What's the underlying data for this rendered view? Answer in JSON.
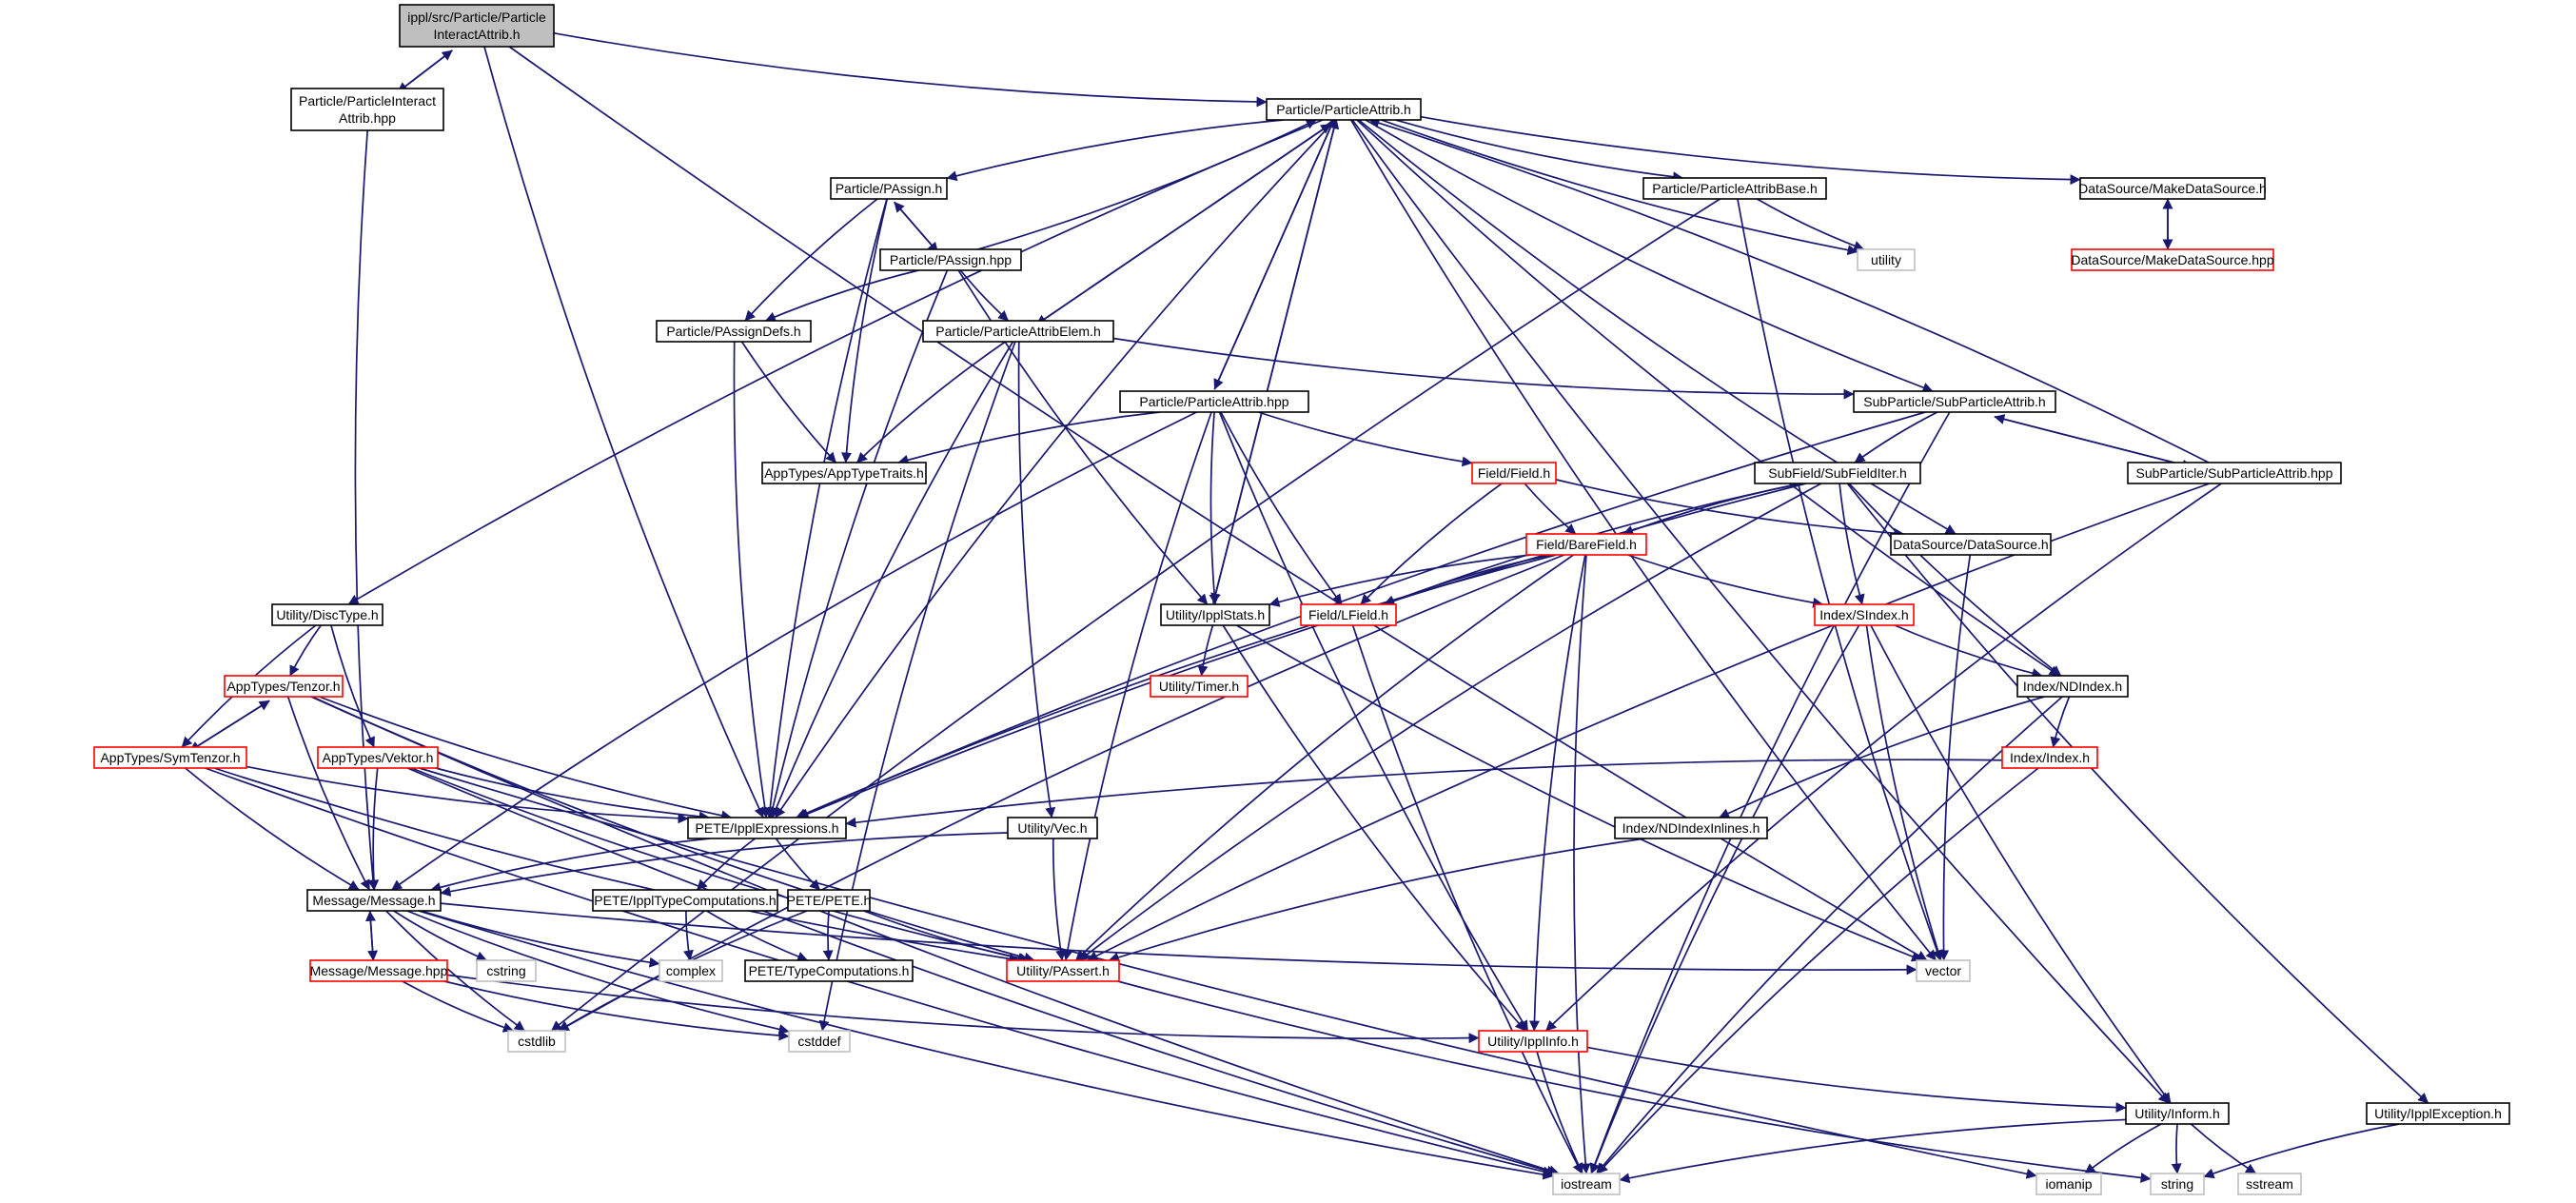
{
  "colors": {
    "edge": "#191970",
    "box_normal": "#000000",
    "box_truncated": "#ff0000",
    "box_system": "#bfbfbf",
    "text_normal": "#000000",
    "text_system": "#000000",
    "root_fill": "#bfbfbf",
    "fill": "#ffffff"
  },
  "nodes": [
    {
      "id": "root",
      "kind": "root",
      "lines": [
        "ippl/src/Particle/Particle",
        "InteractAttrib.h"
      ]
    },
    {
      "id": "interactHpp",
      "kind": "normal",
      "lines": [
        "Particle/ParticleInteract",
        "Attrib.hpp"
      ]
    },
    {
      "id": "attribH",
      "kind": "normal",
      "lines": [
        "Particle/ParticleAttrib.h"
      ]
    },
    {
      "id": "passignH",
      "kind": "normal",
      "lines": [
        "Particle/PAssign.h"
      ]
    },
    {
      "id": "passignHpp",
      "kind": "normal",
      "lines": [
        "Particle/PAssign.hpp"
      ]
    },
    {
      "id": "passignDefs",
      "kind": "normal",
      "lines": [
        "Particle/PAssignDefs.h"
      ]
    },
    {
      "id": "attribElem",
      "kind": "normal",
      "lines": [
        "Particle/ParticleAttribElem.h"
      ]
    },
    {
      "id": "attribHpp",
      "kind": "normal",
      "lines": [
        "Particle/ParticleAttrib.hpp"
      ]
    },
    {
      "id": "appTypeTraits",
      "kind": "normal",
      "lines": [
        "AppTypes/AppTypeTraits.h"
      ]
    },
    {
      "id": "attribBase",
      "kind": "normal",
      "lines": [
        "Particle/ParticleAttribBase.h"
      ]
    },
    {
      "id": "utility",
      "kind": "system",
      "lines": [
        "utility"
      ]
    },
    {
      "id": "makeDsH",
      "kind": "normal",
      "lines": [
        "DataSource/MakeDataSource.h"
      ]
    },
    {
      "id": "makeDsHpp",
      "kind": "truncated",
      "lines": [
        "DataSource/MakeDataSource.hpp"
      ]
    },
    {
      "id": "subAttribH",
      "kind": "normal",
      "lines": [
        "SubParticle/SubParticleAttrib.h"
      ]
    },
    {
      "id": "subAttribHpp",
      "kind": "normal",
      "lines": [
        "SubParticle/SubParticleAttrib.hpp"
      ]
    },
    {
      "id": "subFieldIter",
      "kind": "normal",
      "lines": [
        "SubField/SubFieldIter.h"
      ]
    },
    {
      "id": "dataSource",
      "kind": "normal",
      "lines": [
        "DataSource/DataSource.h"
      ]
    },
    {
      "id": "fieldH",
      "kind": "truncated",
      "lines": [
        "Field/Field.h"
      ]
    },
    {
      "id": "bareField",
      "kind": "truncated",
      "lines": [
        "Field/BareField.h"
      ]
    },
    {
      "id": "lfield",
      "kind": "truncated",
      "lines": [
        "Field/LField.h"
      ]
    },
    {
      "id": "ipplStats",
      "kind": "normal",
      "lines": [
        "Utility/IpplStats.h"
      ]
    },
    {
      "id": "timer",
      "kind": "truncated",
      "lines": [
        "Utility/Timer.h"
      ]
    },
    {
      "id": "sindex",
      "kind": "truncated",
      "lines": [
        "Index/SIndex.h"
      ]
    },
    {
      "id": "ndindex",
      "kind": "normal",
      "lines": [
        "Index/NDIndex.h"
      ]
    },
    {
      "id": "indexH",
      "kind": "truncated",
      "lines": [
        "Index/Index.h"
      ]
    },
    {
      "id": "ndindexInl",
      "kind": "normal",
      "lines": [
        "Index/NDIndexInlines.h"
      ]
    },
    {
      "id": "discType",
      "kind": "normal",
      "lines": [
        "Utility/DiscType.h"
      ]
    },
    {
      "id": "tenzor",
      "kind": "truncated",
      "lines": [
        "AppTypes/Tenzor.h"
      ]
    },
    {
      "id": "symTenzor",
      "kind": "truncated",
      "lines": [
        "AppTypes/SymTenzor.h"
      ]
    },
    {
      "id": "vektor",
      "kind": "truncated",
      "lines": [
        "AppTypes/Vektor.h"
      ]
    },
    {
      "id": "ipplExpr",
      "kind": "normal",
      "lines": [
        "PETE/IpplExpressions.h"
      ]
    },
    {
      "id": "vecH",
      "kind": "normal",
      "lines": [
        "Utility/Vec.h"
      ]
    },
    {
      "id": "messageH",
      "kind": "normal",
      "lines": [
        "Message/Message.h"
      ]
    },
    {
      "id": "messageHpp",
      "kind": "truncated",
      "lines": [
        "Message/Message.hpp"
      ]
    },
    {
      "id": "typeComp",
      "kind": "normal",
      "lines": [
        "PETE/IpplTypeComputations.h"
      ]
    },
    {
      "id": "peteH",
      "kind": "normal",
      "lines": [
        "PETE/PETE.h"
      ]
    },
    {
      "id": "typeComputations",
      "kind": "normal",
      "lines": [
        "PETE/TypeComputations.h"
      ]
    },
    {
      "id": "passert",
      "kind": "truncated",
      "lines": [
        "Utility/PAssert.h"
      ]
    },
    {
      "id": "cstring",
      "kind": "system",
      "lines": [
        "cstring"
      ]
    },
    {
      "id": "complex",
      "kind": "system",
      "lines": [
        "complex"
      ]
    },
    {
      "id": "vector",
      "kind": "system",
      "lines": [
        "vector"
      ]
    },
    {
      "id": "cstdlib",
      "kind": "system",
      "lines": [
        "cstdlib"
      ]
    },
    {
      "id": "cstddef",
      "kind": "system",
      "lines": [
        "cstddef"
      ]
    },
    {
      "id": "ipplInfo",
      "kind": "truncated",
      "lines": [
        "Utility/IpplInfo.h"
      ]
    },
    {
      "id": "inform",
      "kind": "normal",
      "lines": [
        "Utility/Inform.h"
      ]
    },
    {
      "id": "ipplException",
      "kind": "normal",
      "lines": [
        "Utility/IpplException.h"
      ]
    },
    {
      "id": "iostream",
      "kind": "system",
      "lines": [
        "iostream"
      ]
    },
    {
      "id": "iomanip",
      "kind": "system",
      "lines": [
        "iomanip"
      ]
    },
    {
      "id": "string",
      "kind": "system",
      "lines": [
        "string"
      ]
    },
    {
      "id": "sstream",
      "kind": "system",
      "lines": [
        "sstream"
      ]
    }
  ],
  "edges": [
    [
      "root",
      "interactHpp"
    ],
    [
      "interactHpp",
      "root"
    ],
    [
      "root",
      "attribH"
    ],
    [
      "root",
      "ipplExpr"
    ],
    [
      "root",
      "vector"
    ],
    [
      "interactHpp",
      "messageH"
    ],
    [
      "attribH",
      "passignH"
    ],
    [
      "attribH",
      "attribHpp"
    ],
    [
      "attribH",
      "attribElem"
    ],
    [
      "attribH",
      "attribBase"
    ],
    [
      "attribH",
      "utility"
    ],
    [
      "attribH",
      "makeDsH"
    ],
    [
      "attribH",
      "subAttribH"
    ],
    [
      "attribH",
      "dataSource"
    ],
    [
      "attribH",
      "discType"
    ],
    [
      "attribH",
      "ipplExpr"
    ],
    [
      "attribH",
      "vector"
    ],
    [
      "attribH",
      "ipplStats"
    ],
    [
      "attribH",
      "ndindex"
    ],
    [
      "attribH",
      "inform"
    ],
    [
      "passignH",
      "passignHpp"
    ],
    [
      "passignHpp",
      "passignH"
    ],
    [
      "passignH",
      "passignDefs"
    ],
    [
      "passignH",
      "appTypeTraits"
    ],
    [
      "passignH",
      "ipplExpr"
    ],
    [
      "passignHpp",
      "attribH"
    ],
    [
      "passignHpp",
      "passignDefs"
    ],
    [
      "passignHpp",
      "attribElem"
    ],
    [
      "passignHpp",
      "ipplStats"
    ],
    [
      "passignHpp",
      "ipplExpr"
    ],
    [
      "passignDefs",
      "appTypeTraits"
    ],
    [
      "passignDefs",
      "ipplExpr"
    ],
    [
      "attribElem",
      "attribH"
    ],
    [
      "attribElem",
      "appTypeTraits"
    ],
    [
      "attribElem",
      "subAttribH"
    ],
    [
      "attribElem",
      "ipplExpr"
    ],
    [
      "attribElem",
      "vecH"
    ],
    [
      "attribElem",
      "cstddef"
    ],
    [
      "attribHpp",
      "attribH"
    ],
    [
      "attribHpp",
      "appTypeTraits"
    ],
    [
      "attribHpp",
      "fieldH"
    ],
    [
      "attribHpp",
      "ipplStats"
    ],
    [
      "attribHpp",
      "lfield"
    ],
    [
      "attribHpp",
      "passert"
    ],
    [
      "attribHpp",
      "messageH"
    ],
    [
      "attribHpp",
      "ipplInfo"
    ],
    [
      "attribBase",
      "utility"
    ],
    [
      "attribBase",
      "vector"
    ],
    [
      "attribBase",
      "cstdlib"
    ],
    [
      "makeDsH",
      "makeDsHpp"
    ],
    [
      "makeDsHpp",
      "makeDsH"
    ],
    [
      "subAttribH",
      "subAttribHpp"
    ],
    [
      "subAttribHpp",
      "subAttribH"
    ],
    [
      "subAttribH",
      "subFieldIter"
    ],
    [
      "subAttribH",
      "ipplExpr"
    ],
    [
      "subAttribH",
      "iostream"
    ],
    [
      "subAttribHpp",
      "attribH"
    ],
    [
      "subAttribHpp",
      "passert"
    ],
    [
      "subAttribHpp",
      "ipplInfo"
    ],
    [
      "subFieldIter",
      "bareField"
    ],
    [
      "subFieldIter",
      "lfield"
    ],
    [
      "subFieldIter",
      "sindex"
    ],
    [
      "subFieldIter",
      "ndindex"
    ],
    [
      "subFieldIter",
      "ipplExpr"
    ],
    [
      "subFieldIter",
      "passert"
    ],
    [
      "subFieldIter",
      "ipplException"
    ],
    [
      "dataSource",
      "vector"
    ],
    [
      "fieldH",
      "bareField"
    ],
    [
      "fieldH",
      "lfield"
    ],
    [
      "fieldH",
      "dataSource"
    ],
    [
      "bareField",
      "lfield"
    ],
    [
      "bareField",
      "ipplStats"
    ],
    [
      "bareField",
      "sindex"
    ],
    [
      "bareField",
      "ipplExpr"
    ],
    [
      "bareField",
      "passert"
    ],
    [
      "bareField",
      "ipplInfo"
    ],
    [
      "bareField",
      "iostream"
    ],
    [
      "bareField",
      "cstdlib"
    ],
    [
      "lfield",
      "iostream"
    ],
    [
      "ipplStats",
      "attribH"
    ],
    [
      "ipplStats",
      "timer"
    ],
    [
      "ipplStats",
      "vector"
    ],
    [
      "ipplStats",
      "ipplInfo"
    ],
    [
      "sindex",
      "ndindex"
    ],
    [
      "sindex",
      "vector"
    ],
    [
      "sindex",
      "iostream"
    ],
    [
      "sindex",
      "inform"
    ],
    [
      "ndindex",
      "indexH"
    ],
    [
      "ndindex",
      "ndindexInl"
    ],
    [
      "ndindex",
      "iostream"
    ],
    [
      "indexH",
      "ipplExpr"
    ],
    [
      "indexH",
      "iostream"
    ],
    [
      "ndindexInl",
      "passert"
    ],
    [
      "discType",
      "tenzor"
    ],
    [
      "discType",
      "symTenzor"
    ],
    [
      "discType",
      "vektor"
    ],
    [
      "tenzor",
      "symTenzor"
    ],
    [
      "symTenzor",
      "tenzor"
    ],
    [
      "tenzor",
      "ipplExpr"
    ],
    [
      "tenzor",
      "messageH"
    ],
    [
      "tenzor",
      "passert"
    ],
    [
      "tenzor",
      "iostream"
    ],
    [
      "symTenzor",
      "ipplExpr"
    ],
    [
      "symTenzor",
      "messageH"
    ],
    [
      "symTenzor",
      "passert"
    ],
    [
      "symTenzor",
      "iostream"
    ],
    [
      "vektor",
      "ipplExpr"
    ],
    [
      "vektor",
      "messageH"
    ],
    [
      "vektor",
      "passert"
    ],
    [
      "vektor",
      "iostream"
    ],
    [
      "vektor",
      "iomanip"
    ],
    [
      "ipplExpr",
      "messageH"
    ],
    [
      "ipplExpr",
      "typeComp"
    ],
    [
      "ipplExpr",
      "peteH"
    ],
    [
      "vecH",
      "messageH"
    ],
    [
      "vecH",
      "passert"
    ],
    [
      "messageH",
      "messageHpp"
    ],
    [
      "messageHpp",
      "messageH"
    ],
    [
      "messageH",
      "cstring"
    ],
    [
      "messageH",
      "complex"
    ],
    [
      "messageH",
      "vector"
    ],
    [
      "messageH",
      "cstdlib"
    ],
    [
      "messageH",
      "cstddef"
    ],
    [
      "messageH",
      "iostream"
    ],
    [
      "messageHpp",
      "cstdlib"
    ],
    [
      "messageHpp",
      "cstddef"
    ],
    [
      "messageHpp",
      "ipplInfo"
    ],
    [
      "typeComp",
      "complex"
    ],
    [
      "typeComp",
      "typeComputations"
    ],
    [
      "peteH",
      "typeComputations"
    ],
    [
      "peteH",
      "passert"
    ],
    [
      "peteH",
      "cstdlib"
    ],
    [
      "passert",
      "string"
    ],
    [
      "ipplInfo",
      "iostream"
    ],
    [
      "ipplInfo",
      "inform"
    ],
    [
      "inform",
      "iostream"
    ],
    [
      "inform",
      "iomanip"
    ],
    [
      "inform",
      "string"
    ],
    [
      "inform",
      "sstream"
    ],
    [
      "ipplException",
      "string"
    ]
  ]
}
